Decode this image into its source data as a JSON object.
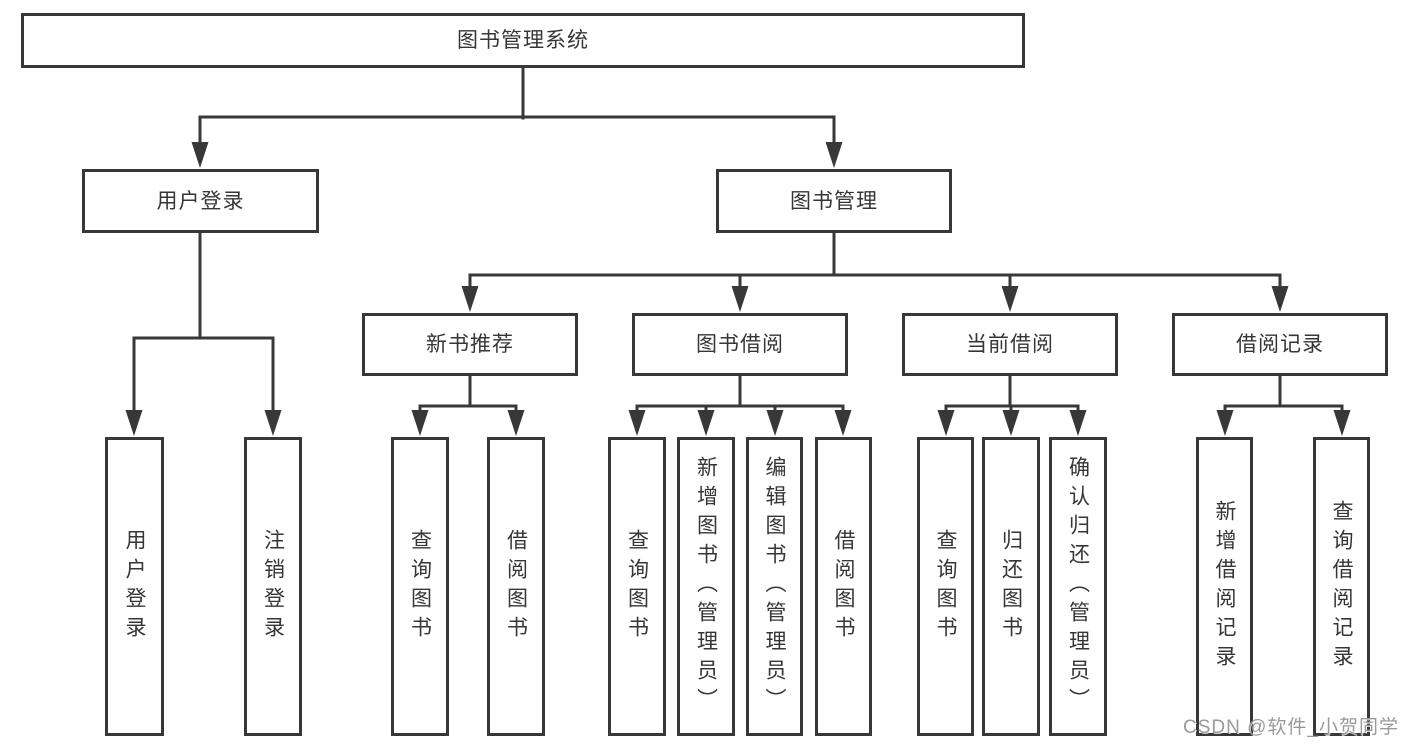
{
  "colors": {
    "line": "#383838",
    "text": "#363636",
    "watermark": "#9a9a9a",
    "bg": "#ffffff"
  },
  "watermark": "CSDN @软件_小贺同学",
  "tree": {
    "root": {
      "label": "图书管理系统"
    },
    "branches": [
      {
        "label": "用户登录",
        "children": [
          {
            "label": "用户登录"
          },
          {
            "label": "注销登录"
          }
        ]
      },
      {
        "label": "图书管理",
        "children": [
          {
            "label": "新书推荐",
            "children": [
              {
                "label": "查询图书"
              },
              {
                "label": "借阅图书"
              }
            ]
          },
          {
            "label": "图书借阅",
            "children": [
              {
                "label": "查询图书"
              },
              {
                "label": "新增图书（管理员）"
              },
              {
                "label": "编辑图书（管理员）"
              },
              {
                "label": "借阅图书"
              }
            ]
          },
          {
            "label": "当前借阅",
            "children": [
              {
                "label": "查询图书"
              },
              {
                "label": "归还图书"
              },
              {
                "label": "确认归还（管理员）"
              }
            ]
          },
          {
            "label": "借阅记录",
            "children": [
              {
                "label": "新增借阅记录"
              },
              {
                "label": "查询借阅记录"
              }
            ]
          }
        ]
      }
    ]
  }
}
